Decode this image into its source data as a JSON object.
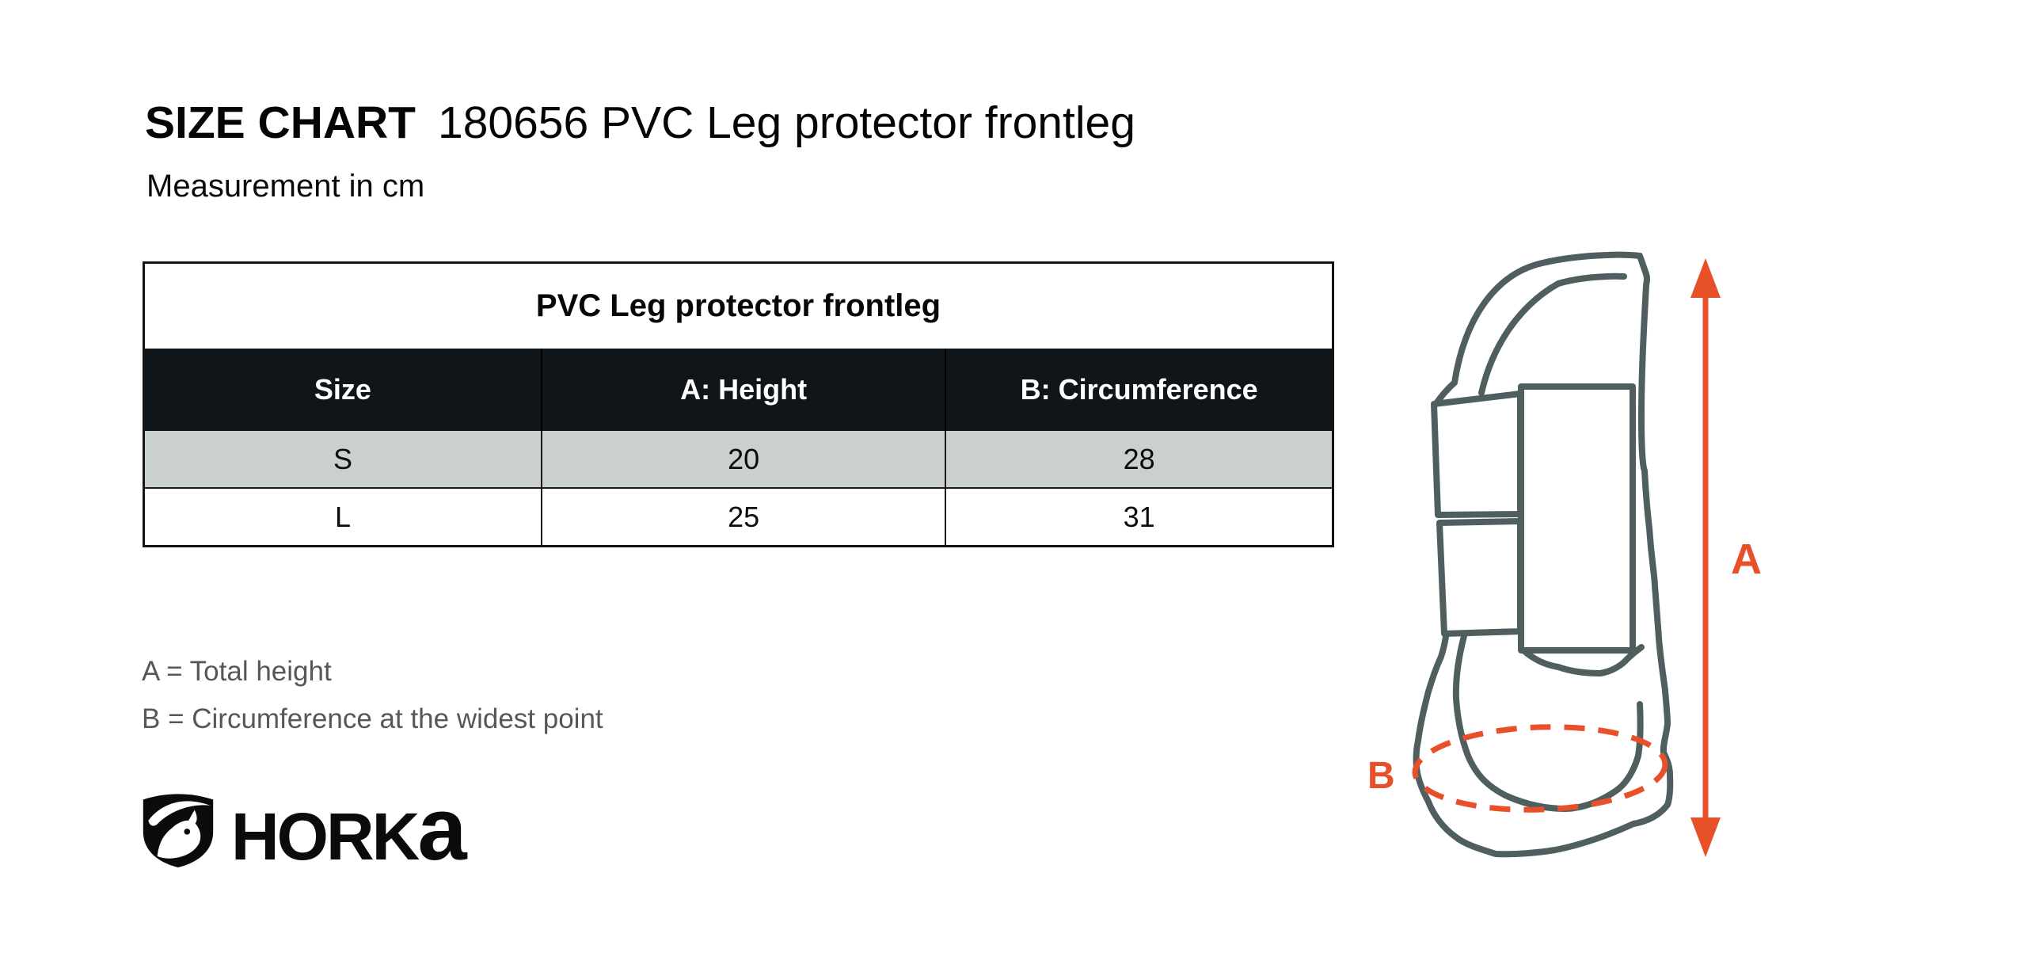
{
  "header": {
    "title_bold": "SIZE CHART",
    "title_rest": "180656 PVC Leg protector frontleg",
    "subtitle": "Measurement in cm"
  },
  "size_table": {
    "title": "PVC Leg protector frontleg",
    "columns": [
      "Size",
      "A: Height",
      "B: Circumference"
    ],
    "rows": [
      {
        "size": "S",
        "height": "20",
        "circumference": "28"
      },
      {
        "size": "L",
        "height": "25",
        "circumference": "31"
      }
    ]
  },
  "legend": {
    "line_a": "A = Total height",
    "line_b": "B = Circumference at the widest point"
  },
  "logo": {
    "icon": "horka-horse-shield-icon",
    "text_main": "HORK",
    "text_last": "a"
  },
  "diagram": {
    "label_a": "A",
    "label_b": "B"
  },
  "colors": {
    "accent_orange": "#e8502a",
    "outline_gray": "#4f5f5f",
    "table_header_bg": "#10151a",
    "table_alt_row_bg": "#cad0cb",
    "legend_text": "#55575b"
  },
  "chart_data": {
    "type": "table",
    "title": "PVC Leg protector frontleg",
    "units": "cm",
    "columns": [
      "Size",
      "A: Height",
      "B: Circumference"
    ],
    "rows": [
      [
        "S",
        20,
        28
      ],
      [
        "L",
        25,
        31
      ]
    ]
  }
}
